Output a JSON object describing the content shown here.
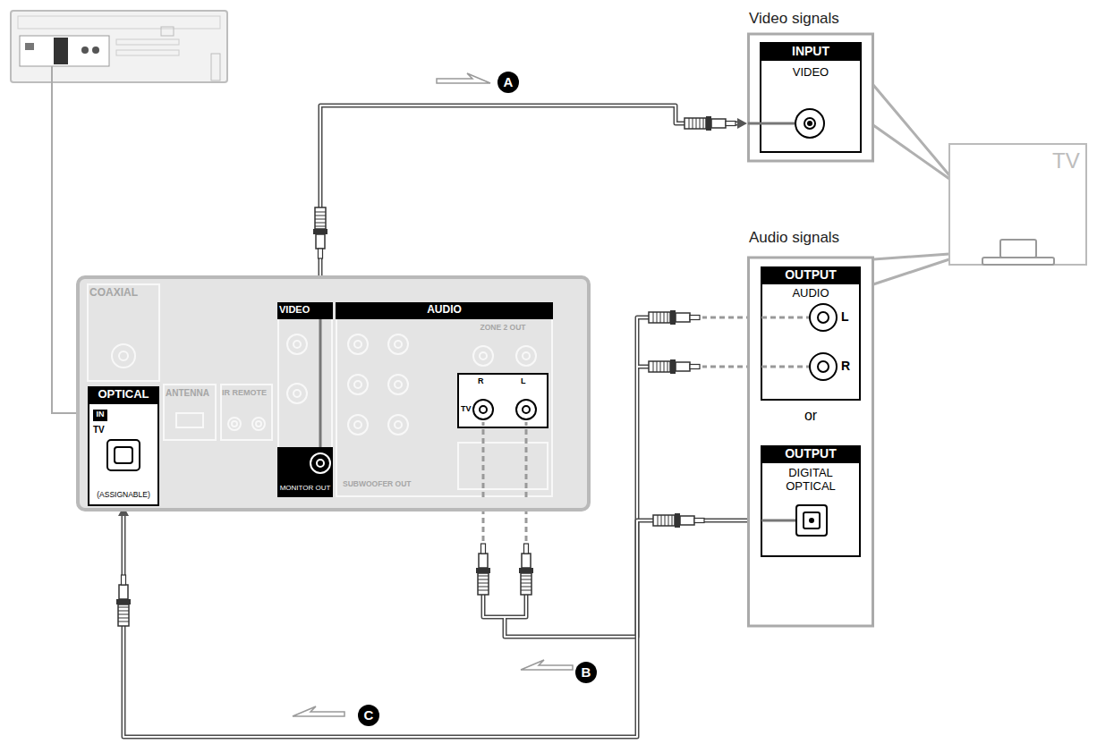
{
  "diagram": {
    "nodes": [
      {
        "text": [
          "COAXIAL",
          "ANTENNA",
          "IR REMOTE"
        ]
      },
      {
        "text": [
          "OPTICAL",
          "IN",
          "TV",
          "(ASSIGNABLE)"
        ],
        "in": 0
      },
      {
        "text": [
          "VIDEO",
          "MONITOR OUT"
        ],
        "in": 0
      },
      {
        "text": [
          "AUDIO",
          "ZONE 2 OUT",
          "R",
          "L",
          "TV",
          "SUBWOOFER OUT"
        ],
        "in": 0
      },
      {
        "text": [
          "Video signals",
          "INPUT",
          "VIDEO"
        ]
      },
      {
        "text": [
          "TV"
        ]
      },
      {
        "text": [
          "Audio signals",
          "or"
        ]
      },
      {
        "text": [
          "OUTPUT",
          "AUDIO",
          "L",
          "R"
        ],
        "in": 6
      },
      {
        "text": [
          "OUTPUT",
          "DIGITAL OPTICAL"
        ],
        "in": 6
      }
    ],
    "edges": [
      {
        "from": 2,
        "to": 4,
        "arrow": "to"
      },
      {
        "from": 7,
        "to": 3,
        "arrow": "to"
      },
      {
        "from": 8,
        "to": 1,
        "arrow": "to"
      },
      {
        "from": 4,
        "to": 5,
        "arrow": "none"
      },
      {
        "from": 6,
        "to": 5,
        "arrow": "none"
      }
    ],
    "labels": [
      "A",
      "B",
      "C"
    ]
  }
}
